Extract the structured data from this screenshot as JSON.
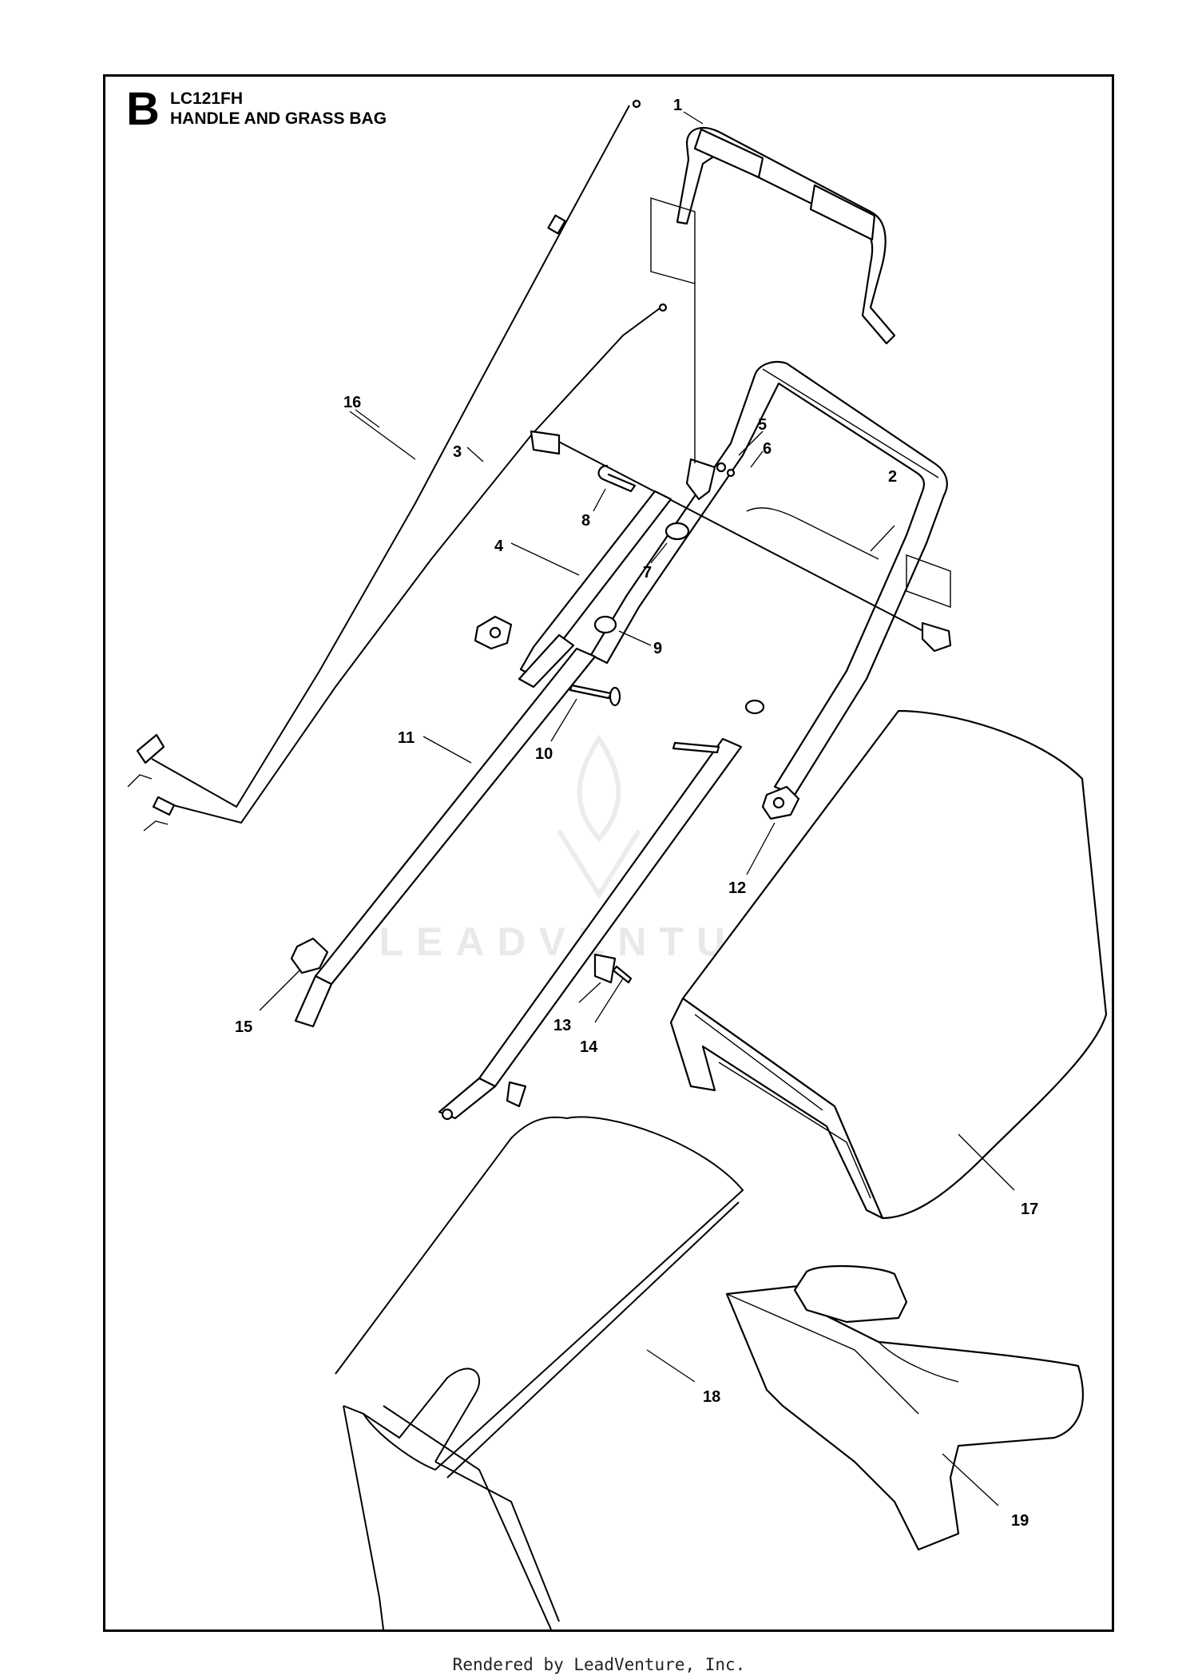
{
  "header": {
    "section_letter": "B",
    "model_code": "LC121FH",
    "section_title": "HANDLE AND GRASS BAG"
  },
  "callouts": {
    "p1": "1",
    "p2": "2",
    "p3": "3",
    "p4": "4",
    "p5": "5",
    "p6": "6",
    "p7": "7",
    "p8": "8",
    "p9": "9",
    "p10": "10",
    "p11": "11",
    "p12": "12",
    "p13": "13",
    "p14": "14",
    "p15": "15",
    "p16": "16",
    "p17": "17",
    "p18": "18",
    "p19": "19"
  },
  "watermark": "LEADVENTURE",
  "footer": "Rendered by LeadVenture, Inc."
}
